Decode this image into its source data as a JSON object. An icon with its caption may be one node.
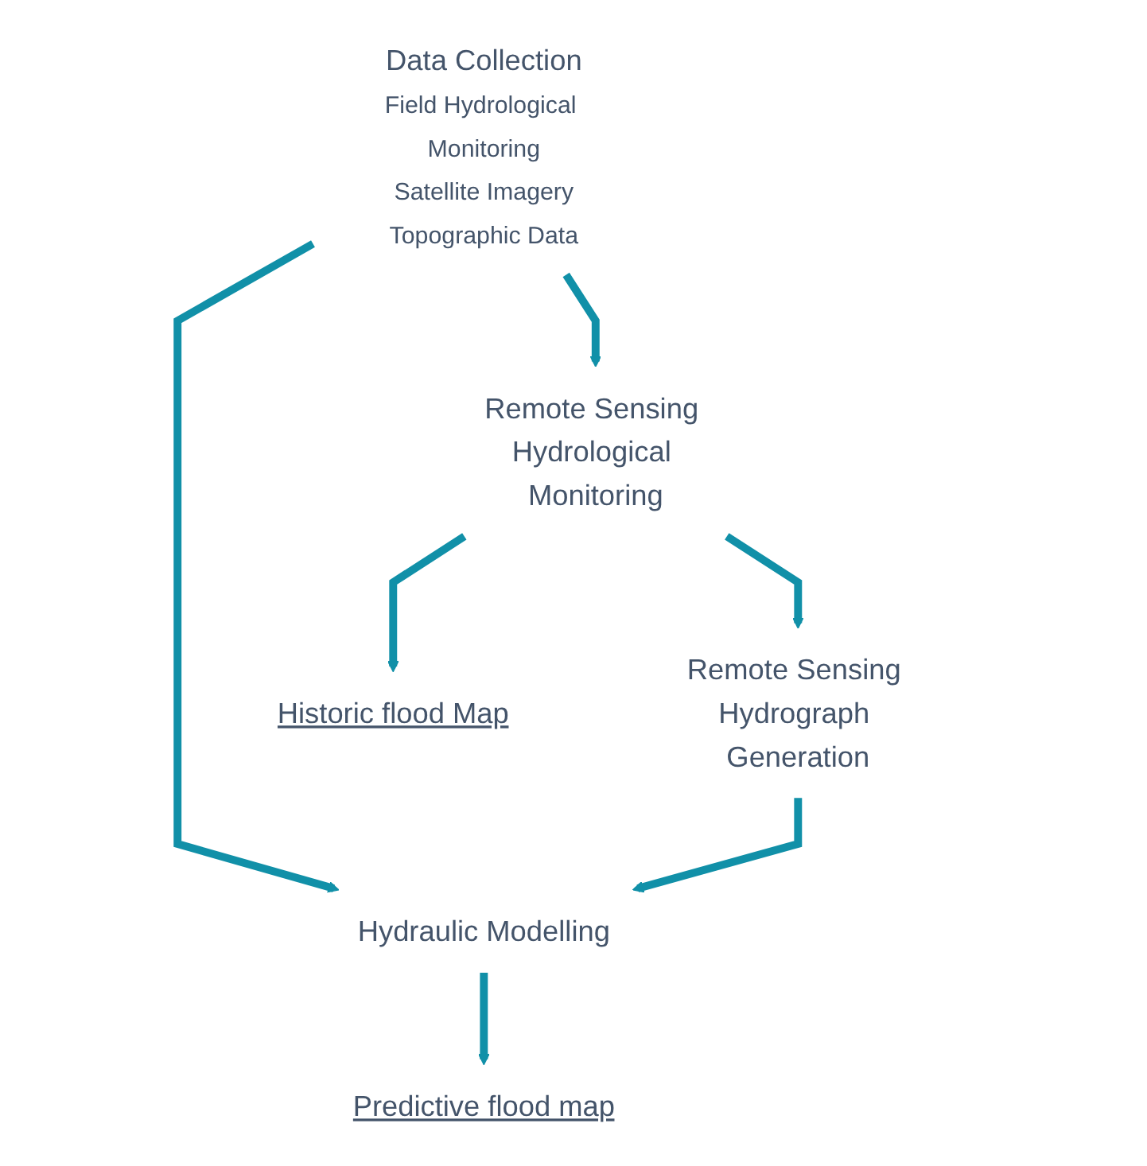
{
  "diagram": {
    "nodes": [
      {
        "text": [
          "Data Collection",
          "Field Hydrological Monitoring",
          "Satellite Imagery",
          "Topographic Data"
        ]
      },
      {
        "text": [
          "Remote Sensing Hydrological Monitoring"
        ]
      },
      {
        "text": [
          "Remote Sensing Hydrograph Generation"
        ]
      },
      {
        "text": [
          "Hydraulic Modelling"
        ]
      },
      {
        "text": [
          "Historic flood Map"
        ]
      },
      {
        "text": [
          "Predictive flood map"
        ]
      }
    ],
    "edges": [
      {
        "from": 0,
        "to": 1,
        "arrow": "to"
      },
      {
        "from": 0,
        "to": 3,
        "arrow": "to"
      },
      {
        "from": 1,
        "to": 2,
        "arrow": "to"
      },
      {
        "from": 1,
        "to": 4,
        "arrow": "to"
      },
      {
        "from": 2,
        "to": 3,
        "arrow": "to"
      },
      {
        "from": 3,
        "to": 5,
        "arrow": "to"
      }
    ]
  }
}
